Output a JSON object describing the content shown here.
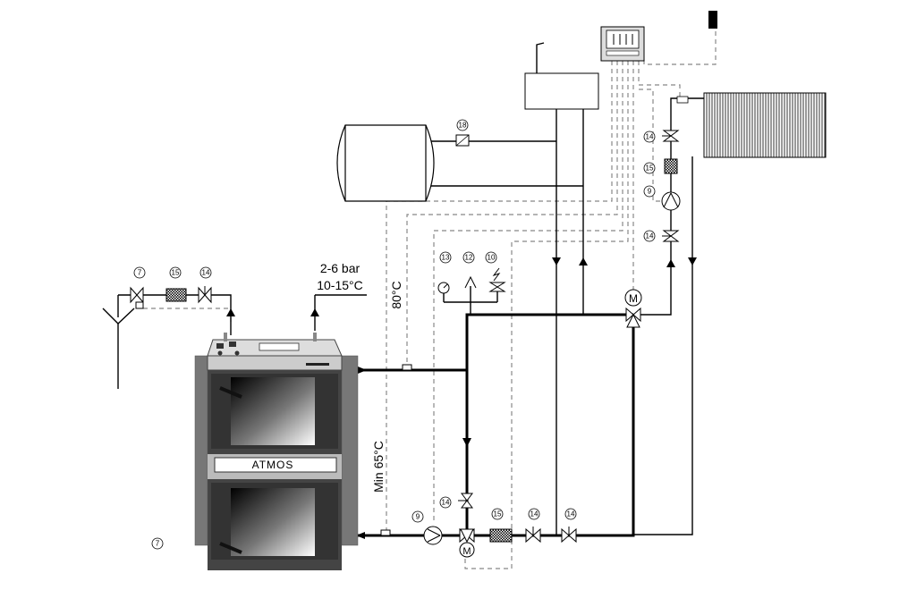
{
  "labels": {
    "pressure": "2-6 bar",
    "temperature_in": "10-15°C",
    "flow_temp": "80°C",
    "return_temp": "Min 65°C",
    "boiler_brand": "ATMOS",
    "motor": "M"
  },
  "component_numbers": {
    "n7": "7",
    "n9": "9",
    "n10": "10",
    "n12": "12",
    "n13": "13",
    "n14": "14",
    "n15": "15",
    "n18": "18"
  }
}
